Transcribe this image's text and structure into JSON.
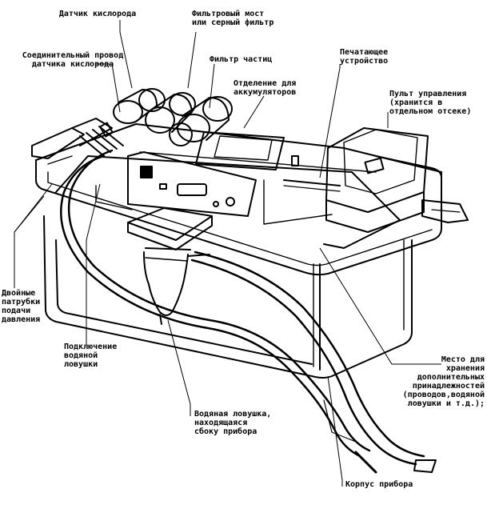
{
  "diagram": {
    "labels": {
      "oxygen_sensor": "Датчик кислорода",
      "filter_bridge": "Фильтровый мост\nили серный фильтр",
      "sensor_cable": "Соединительный провод\nдатчика кислорода",
      "particle_filter": "Фильтр частиц",
      "battery_compartment": "Отделение для\nаккумуляторов",
      "printer": "Печатающее\nустройство",
      "control_panel": "Пульт управления\n(хранится в\nотдельном отсеке)",
      "pressure_nozzles": "Двойные\nпатрубки\nподачи\nдавления",
      "water_trap_connection": "Подключение\nводяной\nловушки",
      "accessory_storage": "Место для\nхранения\nдополнительных\nпринадлежностей\n(проводов,водяной\nловушки и т.д.);",
      "water_trap_side": "Водяная ловушка,\nнаходящаяся\nсбоку прибора",
      "device_housing": "Корпус прибора"
    }
  }
}
